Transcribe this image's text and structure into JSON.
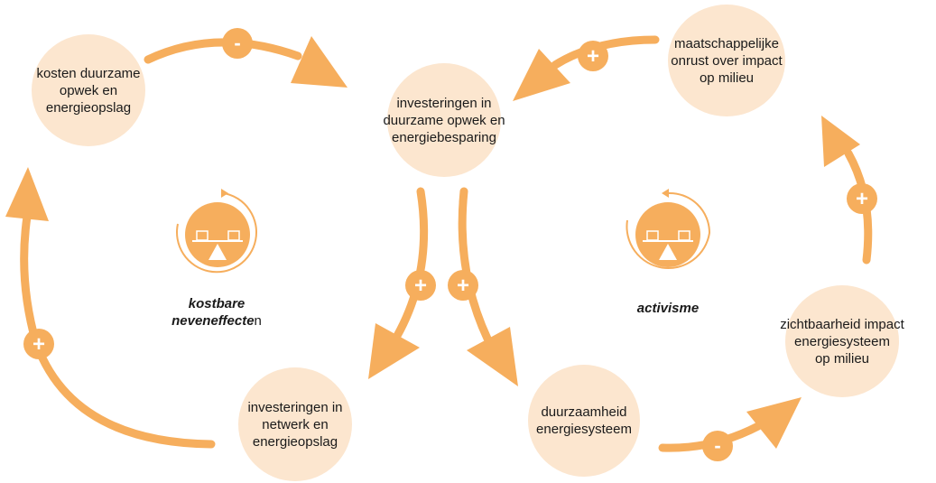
{
  "colors": {
    "arrow": "#f6ae5d",
    "node_fill": "#fce6cf",
    "sign_badge": "#f6ae5d",
    "sign_text": "#ffffff",
    "icon_outer": "#f6ae5d"
  },
  "nodes": {
    "kosten": "kosten duurzame\nopwek en\nenergieopslag",
    "investeringen_opwek": "investeringen in\nduurzame opwek en\nenergiebesparing",
    "onrust": "maatschappelijke\nonrust over impact\nop milieu",
    "zichtbaarheid": "zichtbaarheid impact\nenergiesysteem\nop milieu",
    "duurzaamheid": "duurzaamheid\nenergiesysteem",
    "investeringen_netwerk": "investeringen in\nnetwerk en\nenergieopslag"
  },
  "signs": {
    "kosten_to_investeringen": "-",
    "onrust_to_investeringen": "+",
    "zichtbaarheid_to_onrust": "+",
    "investeringen_to_netwerk": "+",
    "investeringen_to_duurzaamheid": "+",
    "netwerk_to_kosten": "+",
    "duurzaamheid_to_zichtbaarheid": "-"
  },
  "loops": {
    "left": {
      "bold": "kostbare\nneveneffecte",
      "normal": "n",
      "icon": "balance-loop-icon"
    },
    "right": {
      "bold": "activisme",
      "icon": "balance-loop-icon"
    }
  }
}
